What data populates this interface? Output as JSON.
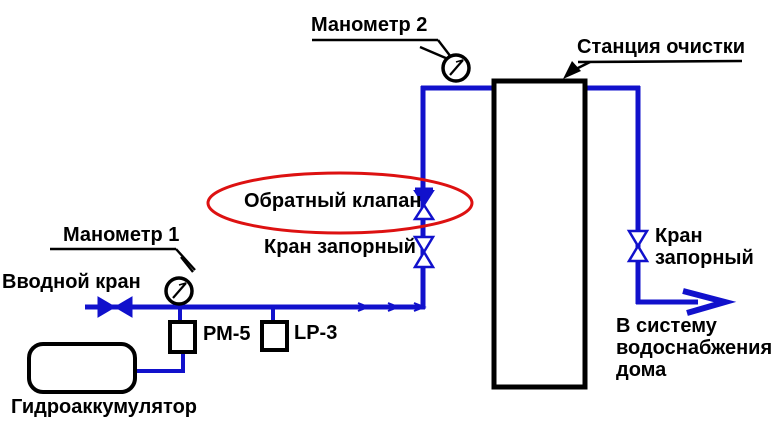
{
  "diagram": {
    "title_implicit": "Схема водоснабжения",
    "labels": {
      "manometer2": "Манометр 2",
      "station": "Станция очистки",
      "check_valve": "Обратный клапан",
      "shutoff_valve_mid": "Кран запорный",
      "manometer1": "Манометр 1",
      "inlet_valve": "Вводной кран",
      "pm5": "РМ-5",
      "lp3": "LP-3",
      "hydroaccumulator": "Гидроаккумулятор",
      "shutoff_valve_right": "Кран запорный",
      "to_house": "В систему водоснабжения дома"
    },
    "colors": {
      "pipe": "#1111CC",
      "highlight_ellipse": "#DD1111",
      "outline": "#000000",
      "background": "#FFFFFF"
    },
    "icons": [
      "pressure-gauge-icon",
      "bowtie-valve-icon",
      "check-valve-icon",
      "flow-arrow-icon"
    ]
  }
}
